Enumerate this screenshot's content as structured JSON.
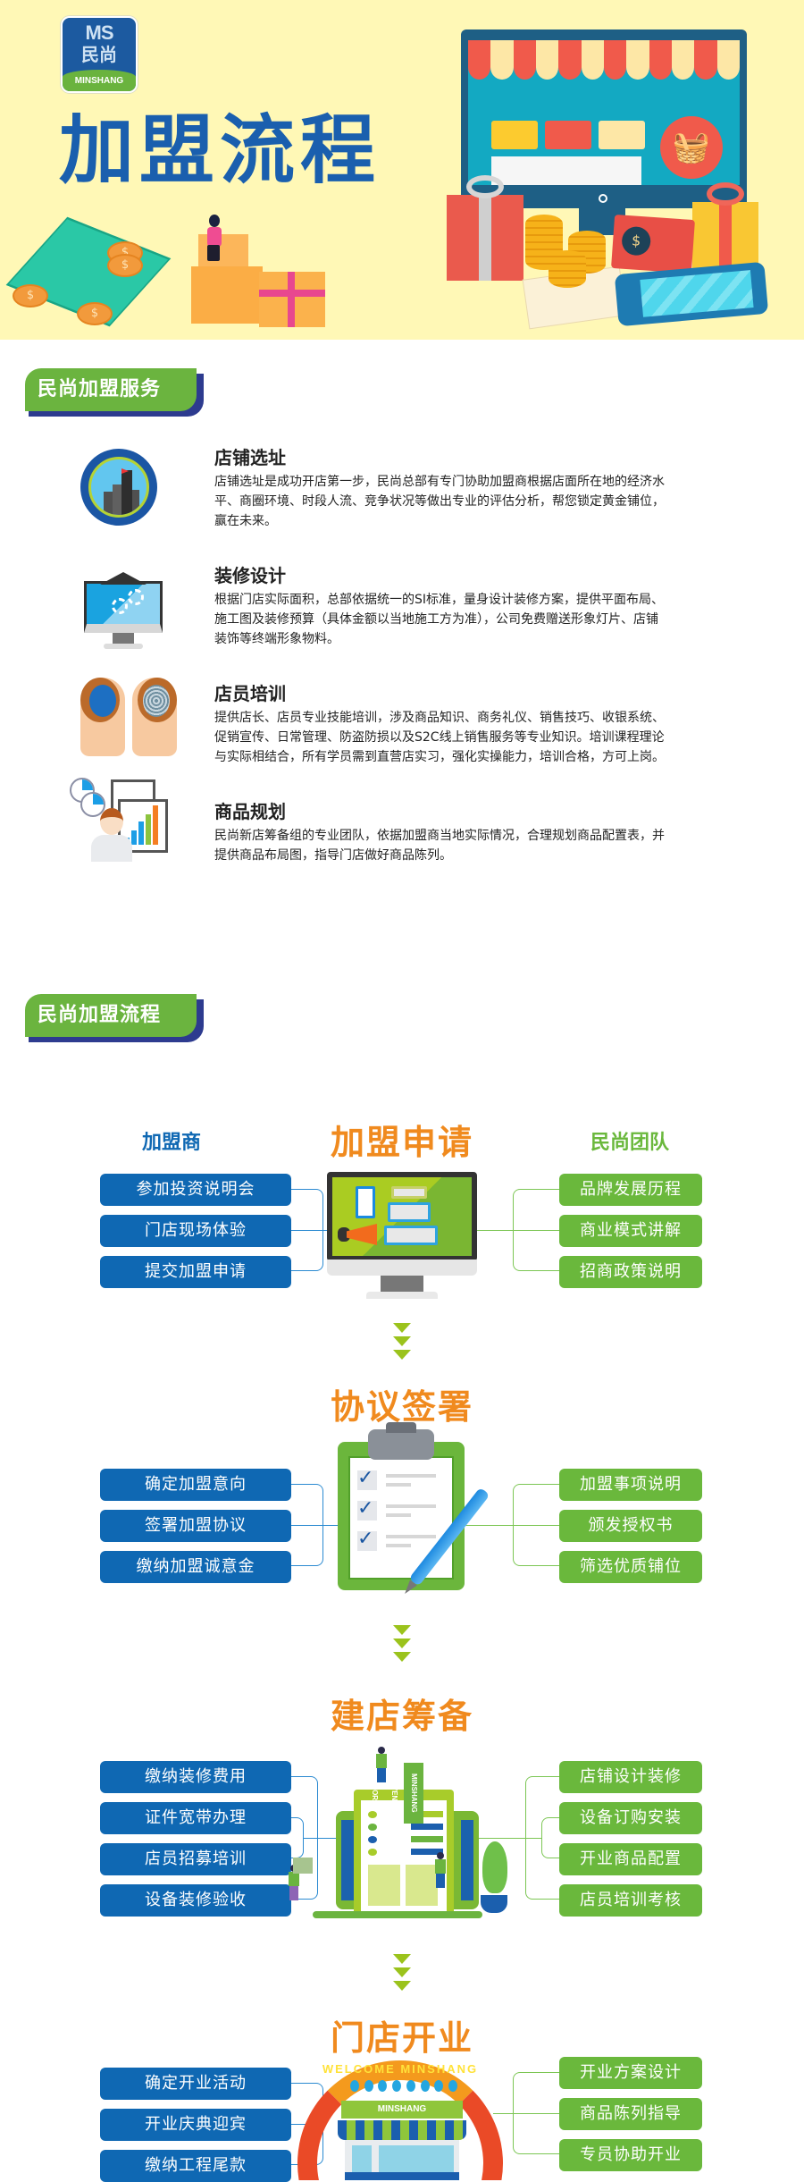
{
  "hero": {
    "logo": {
      "mark": "MS",
      "cn": "民尚",
      "en": "MINSHANG"
    },
    "title": "加盟流程",
    "illustrations": [
      "shop-monitor",
      "gift-boxes",
      "coins",
      "credit-card",
      "envelope",
      "phone",
      "cash",
      "parcels",
      "woman-with-laptop"
    ],
    "monitor_icon": "basket-icon",
    "card_symbol": "$",
    "coin_symbol": "$"
  },
  "services": {
    "tag": "民尚加盟服务",
    "items": [
      {
        "icon": "target-city-icon",
        "title": "店铺选址",
        "lines": [
          "店铺选址是成功开店第一步，民尚总部有专门协助加盟商根据店面所在地的经济水",
          "平、商圈环境、时段人流、竞争状况等做出专业的评估分析，帮您锁定黄金铺位，",
          "赢在未来。"
        ]
      },
      {
        "icon": "monitor-graduation-icon",
        "title": "装修设计",
        "lines": [
          "根据门店实际面积，总部依据统一的SI标准，量身设计装修方案，提供平面布局、",
          "施工图及装修预算（具体金额以当地施工方为准），公司免费赠送形象灯片、店铺",
          "装饰等终端形象物料。"
        ]
      },
      {
        "icon": "two-heads-icon",
        "title": "店员培训",
        "lines": [
          "提供店长、店员专业技能培训，涉及商品知识、商务礼仪、销售技巧、收银系统、",
          "促销宣传、日常管理、防盗防损以及S2C线上销售服务等专业知识。培训课程理论",
          "与实际相结合，所有学员需到直营店实习，强化实操能力，培训合格，方可上岗。"
        ]
      },
      {
        "icon": "presentation-chart-icon",
        "title": "商品规划",
        "lines": [
          "民尚新店筹备组的专业团队，依据加盟商当地实际情况，合理规划商品配置表，并",
          "提供商品布局图，指导门店做好商品陈列。"
        ]
      }
    ]
  },
  "process": {
    "tag": "民尚加盟流程",
    "left_header": "加盟商",
    "right_header": "民尚团队",
    "colors": {
      "blue": "#0f68b3",
      "green": "#6ab83c",
      "orange": "#f08a1e",
      "arrow": "#9bc31c"
    },
    "stages": [
      {
        "title": "加盟申请",
        "illustration": "computer-megaphone-icon",
        "left": [
          "参加投资说明会",
          "门店现场体验",
          "提交加盟申请"
        ],
        "right": [
          "品牌发展历程",
          "商业模式讲解",
          "招商政策说明"
        ]
      },
      {
        "title": "协议签署",
        "illustration": "clipboard-checklist-icon",
        "left": [
          "确定加盟意向",
          "签署加盟协议",
          "缴纳加盟诚意金"
        ],
        "right": [
          "加盟事项说明",
          "颁发授权书",
          "筛选优质铺位"
        ]
      },
      {
        "title": "建店筹备",
        "illustration": "store-construction-icon",
        "sign_text": "MINSHANG CONVENIENT STORE",
        "left": [
          "缴纳装修费用",
          "证件宽带办理",
          "店员招募培训",
          "设备装修验收"
        ],
        "right": [
          "店铺设计装修",
          "设备订购安装",
          "开业商品配置",
          "店员培训考核"
        ]
      },
      {
        "title": "门店开业",
        "illustration": "welcome-arch-store-icon",
        "arch_text": "WELCOME MINSHANG",
        "store_sign": "MINSHANG",
        "left": [
          "确定开业活动",
          "开业庆典迎宾",
          "缴纳工程尾款"
        ],
        "right": [
          "开业方案设计",
          "商品陈列指导",
          "专员协助开业"
        ]
      }
    ]
  }
}
